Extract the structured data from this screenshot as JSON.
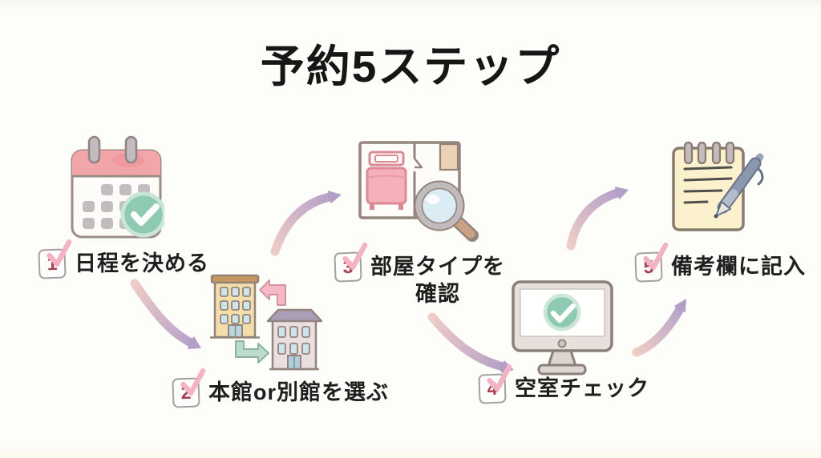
{
  "title": "予約5ステップ",
  "steps": [
    {
      "number": "1",
      "label": "日程を決める",
      "icon": "calendar-check-icon"
    },
    {
      "number": "2",
      "label": "本館or別館を選ぶ",
      "icon": "buildings-swap-icon"
    },
    {
      "number": "3",
      "label": "部屋タイプを",
      "label_line2": "確認",
      "icon": "room-plan-search-icon"
    },
    {
      "number": "4",
      "label": "空室チェック",
      "icon": "monitor-check-icon"
    },
    {
      "number": "5",
      "label": "備考欄に記入",
      "icon": "notepad-pen-icon"
    }
  ],
  "arrows": [
    {
      "name": "arrow-step1-to-step2",
      "direction": "down-right"
    },
    {
      "name": "arrow-step2-to-step3",
      "direction": "up-right"
    },
    {
      "name": "arrow-step3-to-step4",
      "direction": "down-right"
    },
    {
      "name": "arrow-step4-to-step5-icon",
      "direction": "up-right"
    },
    {
      "name": "arrow-step4-to-step5-label",
      "direction": "up-right"
    }
  ],
  "colors": {
    "background": "#fdfdfa",
    "title_text": "#161616",
    "label_text": "#1f1f1f",
    "step_number_red": "#a8414f",
    "badge_border_gray": "#a79fa2",
    "badge_check_pink": "#f4b3c5",
    "arrow_gradient_pink": "#eeccc7",
    "arrow_gradient_purple": "#b19fc8",
    "check_green": "#8ecab1",
    "calendar_header_pink": "#f2a6aa",
    "building_main_tan": "#f3dfab",
    "building_annex_pink": "#ecdfe2",
    "roof_purple": "#aa9db5",
    "window_blue": "#cfe4ea",
    "swap_arrow_pink": "#f6b9c4",
    "swap_arrow_green": "#bcdccb",
    "bed_pink": "#f6b0ba",
    "magnifier_glass_blue": "#dcecf5",
    "magnifier_handle_tan": "#c9a183",
    "monitor_gray": "#e6dfdb",
    "notepad_cream": "#fbf2cd",
    "pen_blue_gray": "#8a97ac",
    "icon_outline_brown": "#94847d"
  }
}
